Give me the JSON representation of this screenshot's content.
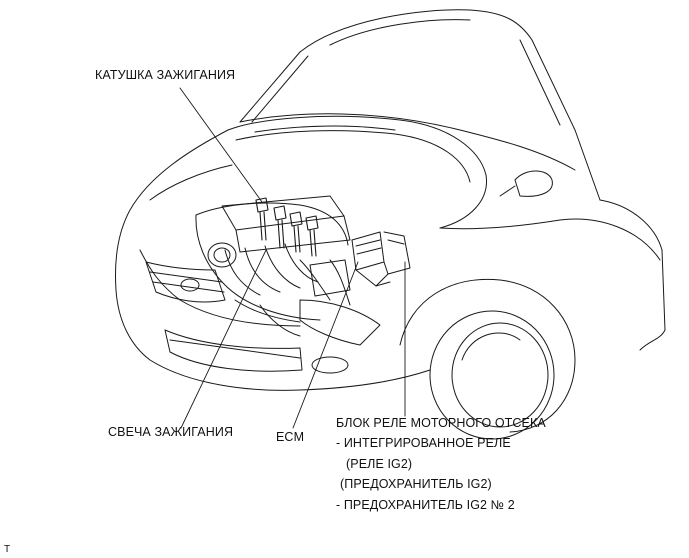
{
  "labels": {
    "ignition_coil": "КАТУШКА ЗАЖИГАНИЯ",
    "spark_plug": "СВЕЧА ЗАЖИГАНИЯ",
    "ecm": "ECM",
    "engine_relay_block": "БЛОК РЕЛЕ МОТОРНОГО ОТСЕКА",
    "integrated_relay": "- ИНТЕГРИРОВАННОЕ РЕЛЕ",
    "ig2_relay": "(РЕЛЕ IG2)",
    "ig2_fuse": "(ПРЕДОХРАНИТЕЛЬ IG2)",
    "ig2_fuse_no2": "- ПРЕДОХРАНИТЕЛЬ IG2 № 2"
  },
  "corner_mark": "T",
  "colors": {
    "line": "#1a1a1a",
    "text": "#111111",
    "background": "#ffffff"
  }
}
